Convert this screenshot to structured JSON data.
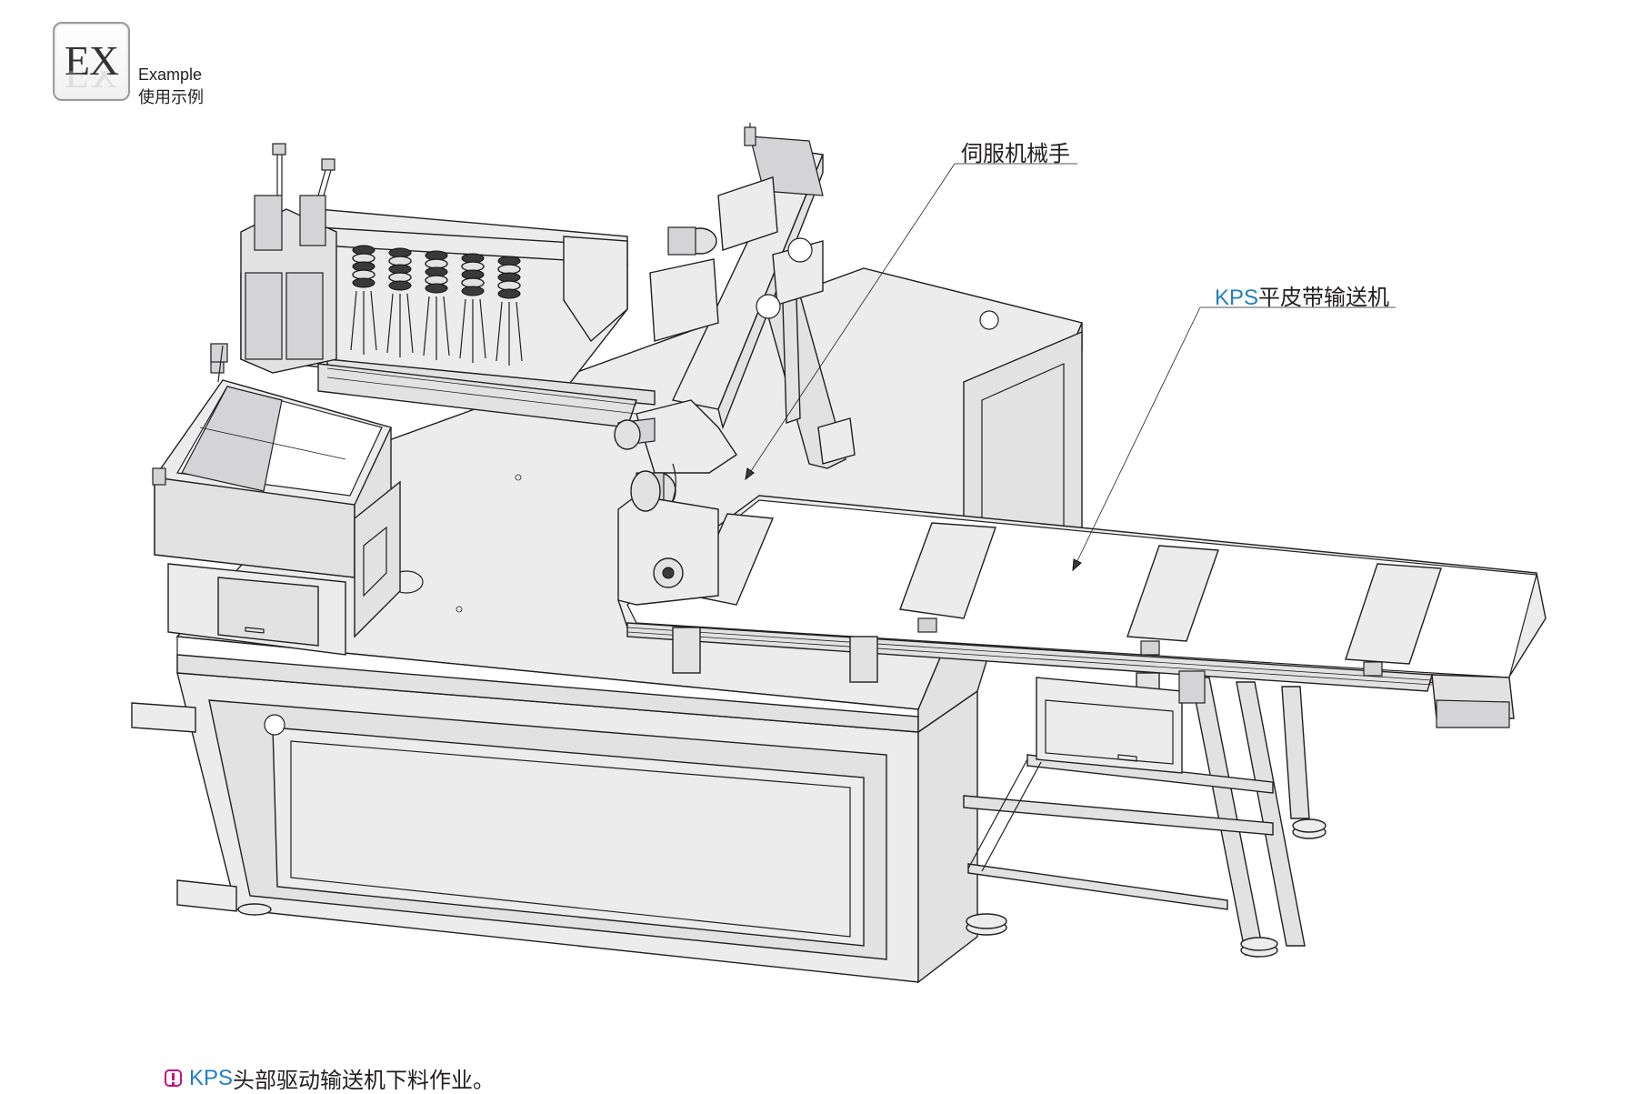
{
  "badge": {
    "text": "EX",
    "label_en": "Example",
    "label_zh": "使用示例"
  },
  "callouts": {
    "robot_arm": {
      "label": "伺服机械手"
    },
    "conveyor": {
      "prefix": "KPS",
      "label": "平皮带输送机"
    }
  },
  "note": {
    "icon": "exclamation-icon",
    "prefix": "KPS",
    "text": "头部驱动输送机下料作业。"
  },
  "colors": {
    "accent": "#1f7fc2",
    "note_icon": "#c4127f",
    "line": "#231f20",
    "fill": "#ececed"
  }
}
